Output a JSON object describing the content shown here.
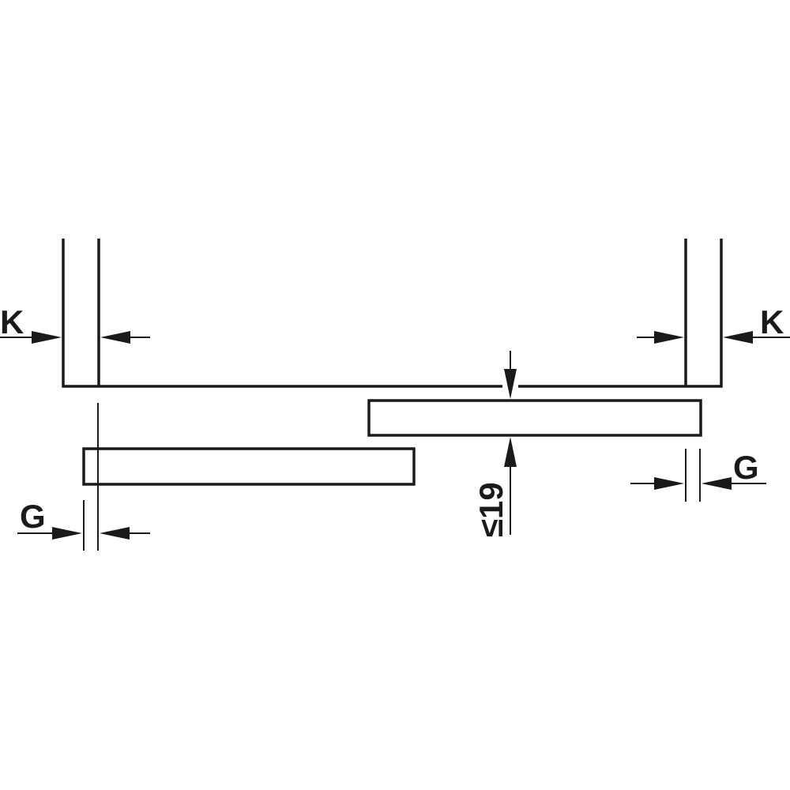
{
  "labels": {
    "k_left": "K",
    "k_right": "K",
    "g_left": "G",
    "g_right": "G",
    "dim": "≤19"
  },
  "colors": {
    "ink": "#1a1a1a",
    "background": "#ffffff"
  }
}
